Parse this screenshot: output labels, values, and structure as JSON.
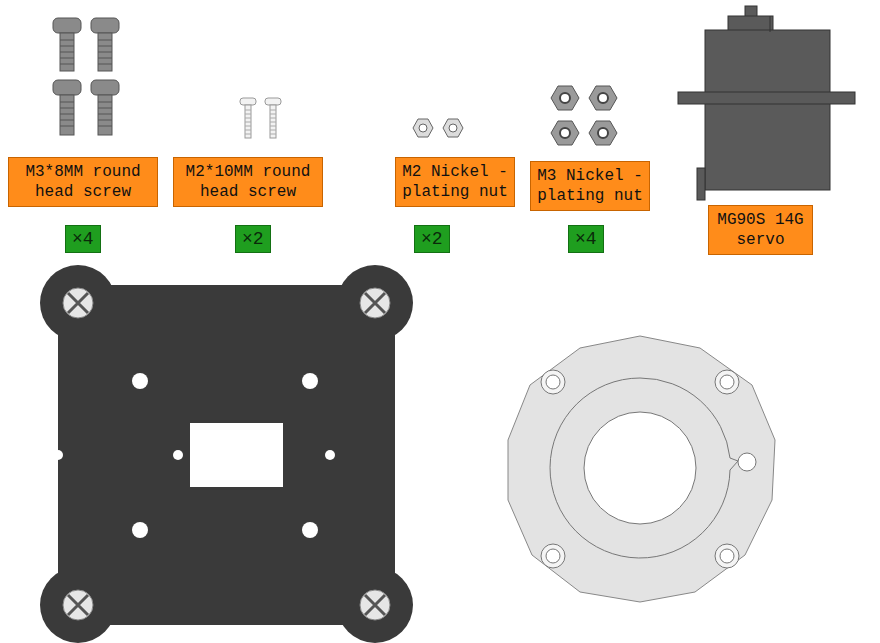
{
  "diagram": {
    "nodes": [
      {
        "text": [
          "M3*8MM round head screw"
        ]
      },
      {
        "text": [
          "×4"
        ]
      },
      {
        "text": [
          "M2*10MM round head screw"
        ]
      },
      {
        "text": [
          "×2"
        ]
      },
      {
        "text": [
          "M2 Nickel -plating nut"
        ]
      },
      {
        "text": [
          "×2"
        ]
      },
      {
        "text": [
          "M3 Nickel -plating nut"
        ]
      },
      {
        "text": [
          "×4"
        ]
      },
      {
        "text": [
          "MG90S 14G servo"
        ]
      }
    ]
  }
}
